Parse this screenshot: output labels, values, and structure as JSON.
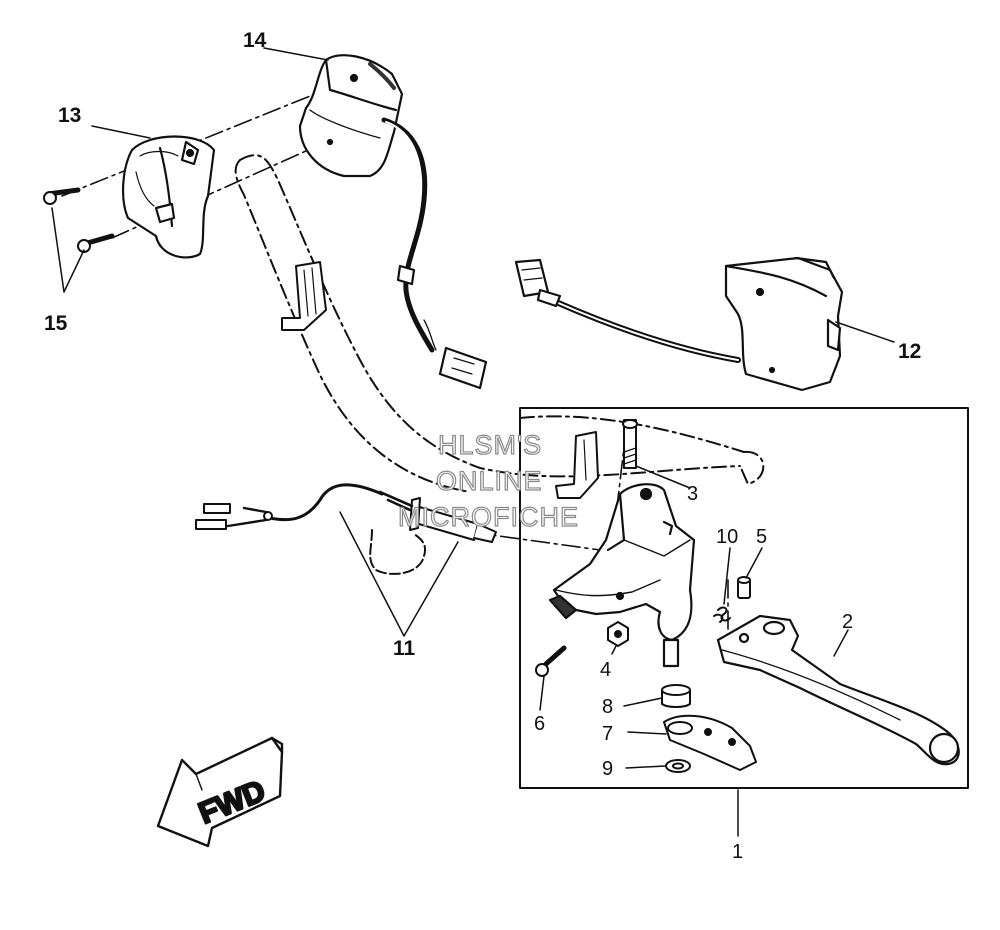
{
  "watermark": {
    "line1": "HLSM'S",
    "line2": "ONLINE",
    "line3": "MICROFICHE"
  },
  "direction_arrow": {
    "label": "FWD"
  },
  "callouts": {
    "c1": "1",
    "c2": "2",
    "c3": "3",
    "c4": "4",
    "c5": "5",
    "c6": "6",
    "c7": "7",
    "c8": "8",
    "c9": "9",
    "c10": "10",
    "c11": "11",
    "c12": "12",
    "c13": "13",
    "c14": "14",
    "c15": "15"
  },
  "colors": {
    "line": "#111111",
    "part_fill": "#ffffff",
    "shade": "#333333",
    "watermark_stroke": "#8a8a8a"
  }
}
